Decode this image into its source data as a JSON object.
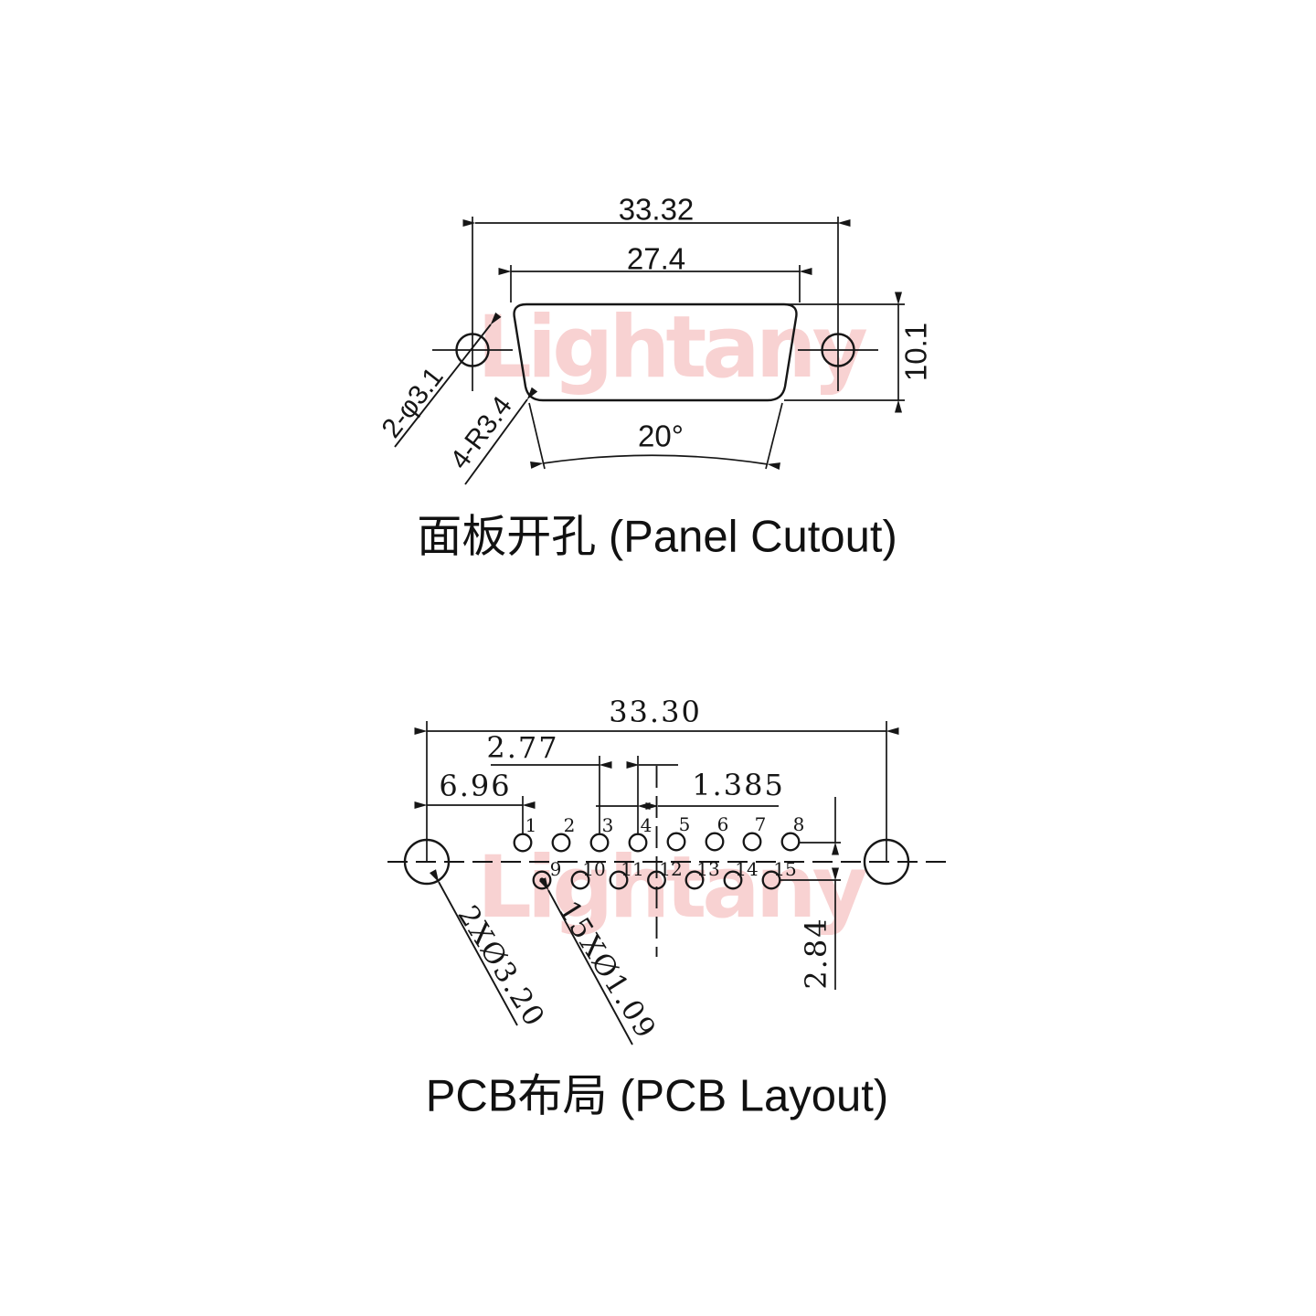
{
  "watermark": {
    "text": "Lightany",
    "color": "#f8d2d2"
  },
  "panel_cutout": {
    "title": "面板开孔 (Panel Cutout)",
    "dim_outer_width": "33.32",
    "dim_inner_width": "27.4",
    "dim_height": "10.1",
    "dim_angle": "20°",
    "label_mount_holes": "2-φ3.1",
    "label_corner_radius": "4-R3.4"
  },
  "pcb_layout": {
    "title": "PCB布局 (PCB Layout)",
    "dim_overall_width": "33.30",
    "dim_pin_pitch": "2.77",
    "dim_first_pin_offset": "6.96",
    "dim_half_pitch": "1.385",
    "dim_row_spacing": "2.84",
    "label_mount_holes": "2XØ3.20",
    "label_pin_holes": "15XØ1.09",
    "pins_top": [
      "1",
      "2",
      "3",
      "4",
      "5",
      "6",
      "7",
      "8"
    ],
    "pins_bottom": [
      "9",
      "10",
      "11",
      "12",
      "13",
      "14",
      "15"
    ]
  }
}
